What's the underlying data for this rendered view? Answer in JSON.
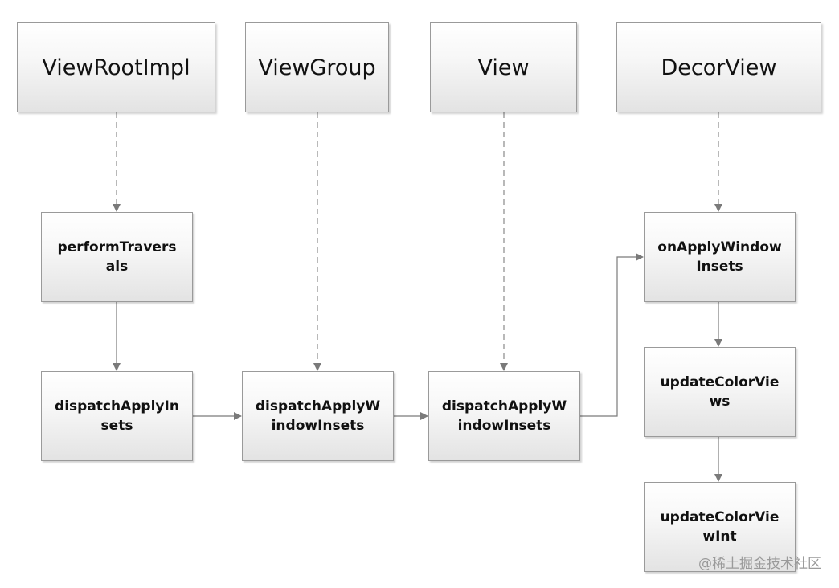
{
  "headers": {
    "view_root_impl": "ViewRootImpl",
    "view_group": "ViewGroup",
    "view": "View",
    "decor_view": "DecorView"
  },
  "steps": {
    "perform_traversals": [
      "performTravers",
      "als"
    ],
    "dispatch_apply_insets": [
      "dispatchApplyIn",
      "sets"
    ],
    "viewgroup_dispatch_apply_window_insets": [
      "dispatchApplyW",
      "indowInsets"
    ],
    "view_dispatch_apply_window_insets": [
      "dispatchApplyW",
      "indowInsets"
    ],
    "on_apply_window_insets": [
      "onApplyWindow",
      "Insets"
    ],
    "update_color_views": [
      "updateColorVie",
      "ws"
    ],
    "update_color_view_int": [
      "updateColorVie",
      "wInt"
    ]
  },
  "watermark": "@稀土掘金技术社区",
  "colors": {
    "line": "#7a7a7a",
    "border": "#9a9a9a",
    "text": "#111111"
  }
}
